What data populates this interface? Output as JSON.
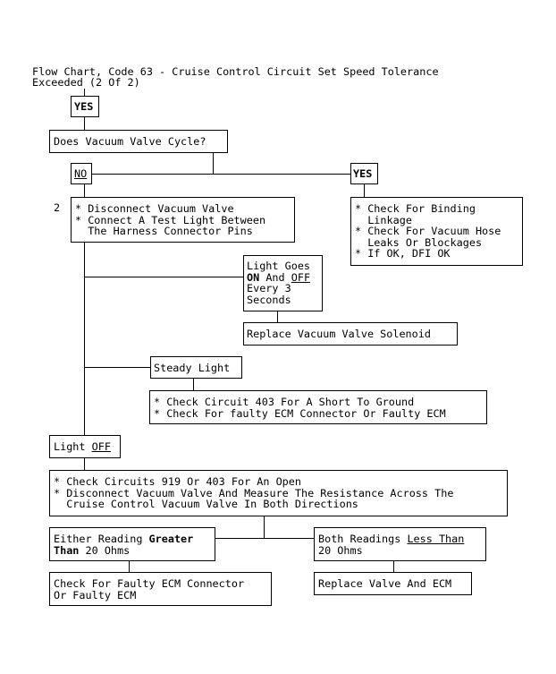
{
  "title": {
    "line1": "Flow Chart, Code 63 - Cruise Control Circuit Set Speed Tolerance",
    "line2": "Exceeded (2 Of 2)"
  },
  "yes_top": "YES",
  "question": "Does Vacuum Valve Cycle?",
  "no_label": "NO",
  "yes_label": "YES",
  "step_number": "2",
  "no_steps": [
    "* Disconnect Vacuum Valve",
    "* Connect A Test Light Between",
    "  The Harness Connector Pins"
  ],
  "yes_steps": [
    "* Check For Binding",
    "  Linkage",
    "* Check For Vacuum Hose",
    "  Leaks Or Blockages",
    "* If OK, DFI OK"
  ],
  "light_goes": {
    "line1": "Light Goes",
    "on": "ON",
    "and": " And ",
    "off": "OFF",
    "line3": "Every 3",
    "line4": "Seconds"
  },
  "replace_solenoid": "Replace Vacuum Valve Solenoid",
  "steady_light": "Steady Light",
  "steady_steps": [
    "* Check Circuit 403 For A Short To Ground",
    "* Check For faulty ECM Connector Or Faulty ECM"
  ],
  "light_off": {
    "prefix": "Light ",
    "off": "OFF"
  },
  "off_steps": [
    "* Check Circuits 919 Or 403 For An Open",
    "* Disconnect Vacuum Valve And Measure The Resistance Across The",
    "  Cruise Control Vacuum Valve In Both Directions"
  ],
  "greater": {
    "prefix": "Either Reading ",
    "bold1": "Greater",
    "bold2": "Than",
    "suffix": " 20 Ohms"
  },
  "less": {
    "prefix": "Both Readings ",
    "under": "Less Than",
    "line2": "20 Ohms"
  },
  "faulty_ecm": [
    "Check For Faulty ECM Connector",
    "Or Faulty ECM"
  ],
  "replace_valve_ecm": "Replace Valve And ECM"
}
